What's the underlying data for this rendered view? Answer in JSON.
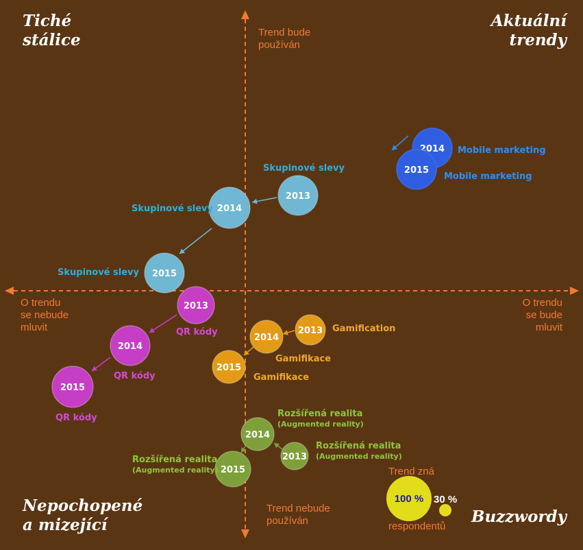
{
  "quadrants": {
    "top_left": "Tiché\nstálice",
    "top_right": "Aktuální\ntrendy",
    "bottom_left": "Nepochopené\na mizející",
    "bottom_right": "Buzzwordy"
  },
  "axes": {
    "top": "Trend bude\npoužíván",
    "bottom": "Trend nebude\npoužíván",
    "left": "O trendu\nse nebude\nmluvit",
    "right": "O trendu\nse bude\nmluvit"
  },
  "legend": {
    "title": "Trend zná",
    "big": "100 %",
    "small": "30 %",
    "caption": "respondentů"
  },
  "colors": {
    "background": "#5a3514",
    "axis": "#f07b35",
    "mobile": "#2f5fe0",
    "mobile_label": "#2e8ff0",
    "group": "#6fb7d3",
    "group_label": "#2eaee0",
    "qr": "#c73ec6",
    "qr_label": "#d24bd4",
    "gamification": "#e39a16",
    "gamification_label": "#f0a828",
    "ar": "#7ea03a",
    "ar_label": "#8fc63c",
    "legend": "#e3dc1a"
  },
  "trends": [
    {
      "id": "mobile-2014",
      "year": "2014",
      "label": "Mobile marketing",
      "sub": "",
      "color": "#2f5fe0",
      "label_color": "#2e8ff0"
    },
    {
      "id": "mobile-2015",
      "year": "2015",
      "label": "Mobile marketing",
      "sub": "",
      "color": "#2f5fe0",
      "label_color": "#2e8ff0"
    },
    {
      "id": "group-2013",
      "year": "2013",
      "label": "Skupinové slevy",
      "sub": "",
      "color": "#6fb7d3",
      "label_color": "#2eaee0"
    },
    {
      "id": "group-2014",
      "year": "2014",
      "label": "Skupinové slevy",
      "sub": "",
      "color": "#6fb7d3",
      "label_color": "#2eaee0"
    },
    {
      "id": "group-2015",
      "year": "2015",
      "label": "Skupinové slevy",
      "sub": "",
      "color": "#6fb7d3",
      "label_color": "#2eaee0"
    },
    {
      "id": "qr-2013",
      "year": "2013",
      "label": "QR kódy",
      "sub": "",
      "color": "#c73ec6",
      "label_color": "#d24bd4"
    },
    {
      "id": "qr-2014",
      "year": "2014",
      "label": "QR kódy",
      "sub": "",
      "color": "#c73ec6",
      "label_color": "#d24bd4"
    },
    {
      "id": "qr-2015",
      "year": "2015",
      "label": "QR kódy",
      "sub": "",
      "color": "#c73ec6",
      "label_color": "#d24bd4"
    },
    {
      "id": "gam-2013",
      "year": "2013",
      "label": "Gamification",
      "sub": "",
      "color": "#e39a16",
      "label_color": "#f0a828"
    },
    {
      "id": "gam-2014",
      "year": "2014",
      "label": "Gamifikace",
      "sub": "",
      "color": "#e39a16",
      "label_color": "#f0a828"
    },
    {
      "id": "gam-2015",
      "year": "2015",
      "label": "Gamifikace",
      "sub": "",
      "color": "#e39a16",
      "label_color": "#f0a828"
    },
    {
      "id": "ar-2013",
      "year": "2013",
      "label": "Rozšířená realita",
      "sub": "(Augmented reality)",
      "color": "#7ea03a",
      "label_color": "#8fc63c"
    },
    {
      "id": "ar-2014",
      "year": "2014",
      "label": "Rozšířená realita",
      "sub": "(Augmented reality)",
      "color": "#7ea03a",
      "label_color": "#8fc63c"
    },
    {
      "id": "ar-2015",
      "year": "2015",
      "label": "Rozšířená realita",
      "sub": "(Augmented reality)",
      "color": "#7ea03a",
      "label_color": "#8fc63c"
    }
  ]
}
